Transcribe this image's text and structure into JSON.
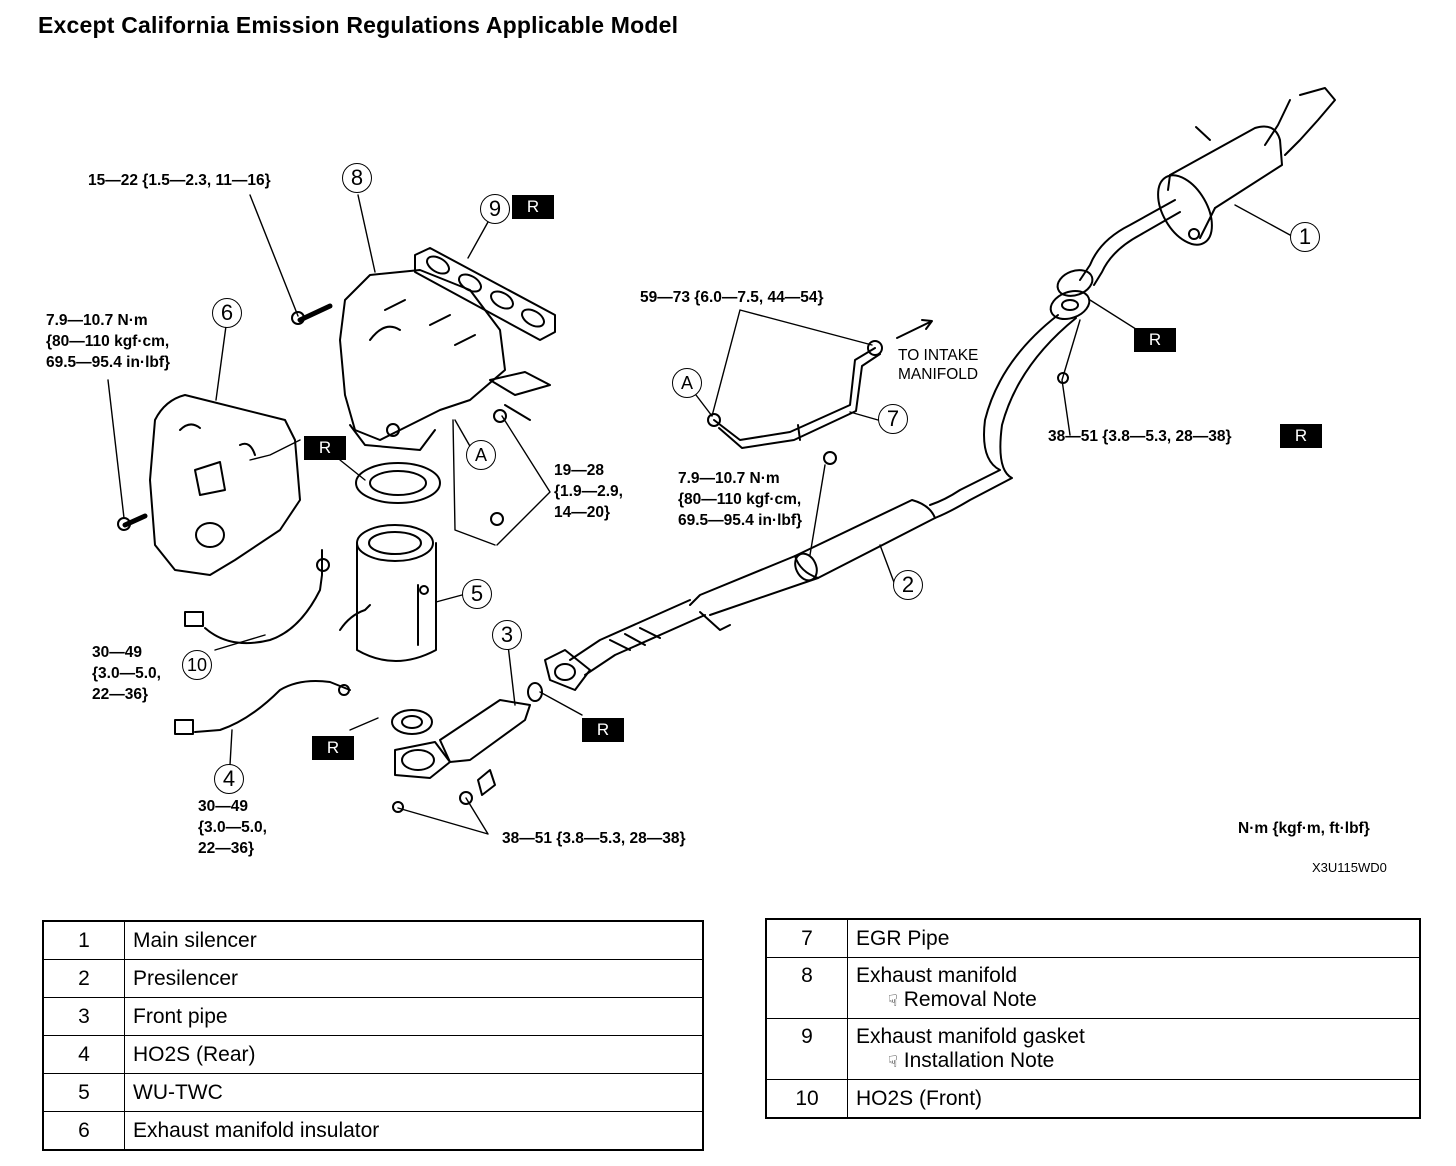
{
  "title": "Except California Emission Regulations Applicable Model",
  "callouts": {
    "c1": "1",
    "c2": "2",
    "c3": "3",
    "c4": "4",
    "c5": "5",
    "c6": "6",
    "c7": "7",
    "c8": "8",
    "c9": "9",
    "c10": "10",
    "a1": "A",
    "a2": "A"
  },
  "replace_marker": "R",
  "torques": {
    "t_bolt_manifold": "15—22 {1.5—2.3, 11—16}",
    "t_insulator": [
      "7.9—10.7 N·m",
      "{80—110 kgf·cm,",
      "69.5—95.4 in·lbf}"
    ],
    "t_egr_union": "59—73 {6.0—7.5, 44—54}",
    "t_egr_bolt": [
      "7.9—10.7 N·m",
      "{80—110 kgf·cm,",
      "69.5—95.4 in·lbf}"
    ],
    "t_twc_nut": [
      "19—28",
      "{1.9—2.9,",
      "14—20}"
    ],
    "t_ho2s_front": [
      "30—49",
      "{3.0—5.0,",
      "22—36}"
    ],
    "t_ho2s_rear": [
      "30—49",
      "{3.0—5.0,",
      "22—36}"
    ],
    "t_front_pipe": "38—51 {3.8—5.3, 28—38}",
    "t_rear_hanger": "38—51 {3.8—5.3, 28—38}"
  },
  "to_intake": [
    "TO INTAKE",
    "MANIFOLD"
  ],
  "units": "N·m {kgf·m, ft·lbf}",
  "figure_code": "X3U115WD0",
  "legend_left": [
    {
      "no": "1",
      "name": "Main silencer"
    },
    {
      "no": "2",
      "name": "Presilencer"
    },
    {
      "no": "3",
      "name": "Front pipe"
    },
    {
      "no": "4",
      "name": "HO2S (Rear)"
    },
    {
      "no": "5",
      "name": "WU-TWC"
    },
    {
      "no": "6",
      "name": "Exhaust manifold insulator"
    }
  ],
  "legend_right": [
    {
      "no": "7",
      "name": "EGR Pipe",
      "note": ""
    },
    {
      "no": "8",
      "name": "Exhaust manifold",
      "note": "Removal Note"
    },
    {
      "no": "9",
      "name": "Exhaust manifold gasket",
      "note": "Installation Note"
    },
    {
      "no": "10",
      "name": "HO2S (Front)",
      "note": ""
    }
  ],
  "note_icon": "pointing-hand-icon"
}
